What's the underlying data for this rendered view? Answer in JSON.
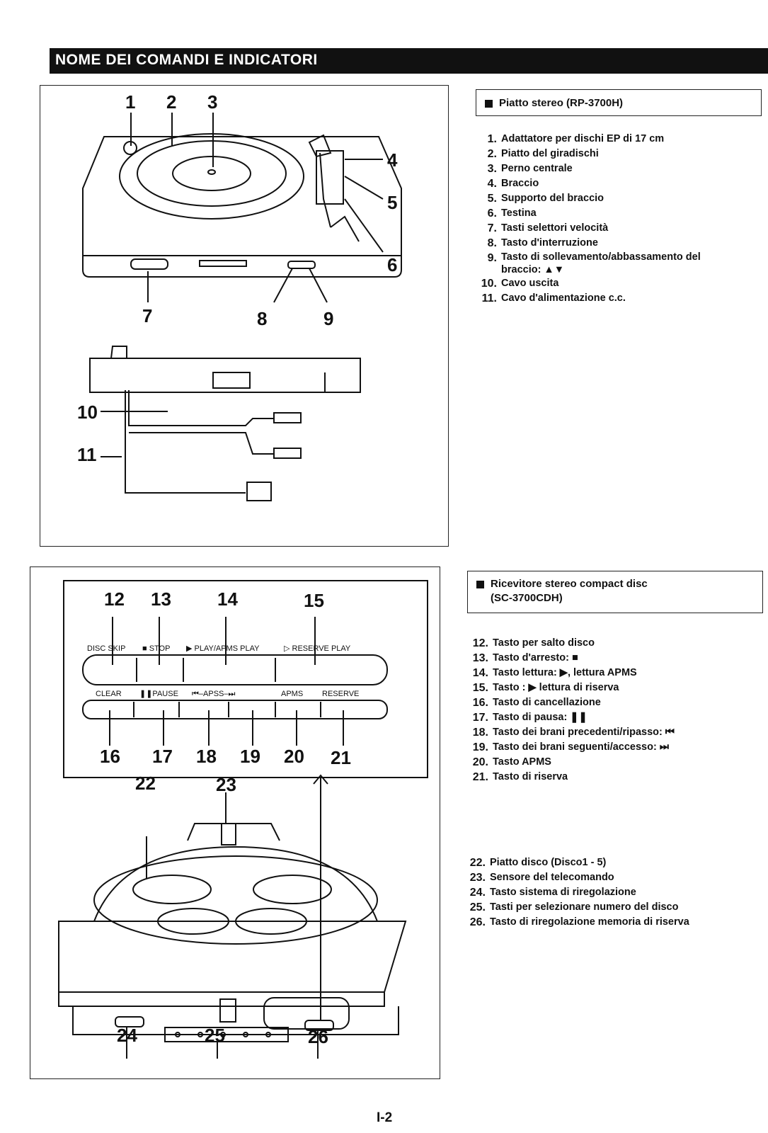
{
  "header": {
    "title": "NOME DEI COMANDI E INDICATORI"
  },
  "section1": {
    "title": "Piatto stereo (RP-3700H)",
    "items": [
      {
        "num": "1.",
        "text": "Adattatore per dischi EP di 17 cm"
      },
      {
        "num": "2.",
        "text": "Piatto del giradischi"
      },
      {
        "num": "3.",
        "text": "Perno centrale"
      },
      {
        "num": "4.",
        "text": "Braccio"
      },
      {
        "num": "5.",
        "text": "Supporto del braccio"
      },
      {
        "num": "6.",
        "text": "Testina"
      },
      {
        "num": "7.",
        "text": "Tasti selettori velocità"
      },
      {
        "num": "8.",
        "text": "Tasto d'interruzione"
      },
      {
        "num": "9.",
        "text": "Tasto di sollevamento/abbassamento del braccio: ▲▼"
      },
      {
        "num": "10.",
        "text": "Cavo uscita"
      },
      {
        "num": "11.",
        "text": "Cavo d'alimentazione c.c."
      }
    ]
  },
  "section2": {
    "title_line1": "Ricevitore stereo compact disc",
    "title_line2": "(SC-3700CDH)",
    "items": [
      {
        "num": "12.",
        "text": "Tasto per salto disco"
      },
      {
        "num": "13.",
        "text": "Tasto d'arresto: ■"
      },
      {
        "num": "14.",
        "text": "Tasto lettura: ▶, lettura APMS"
      },
      {
        "num": "15.",
        "text": "Tasto : ▶ lettura di riserva"
      },
      {
        "num": "16.",
        "text": "Tasto di cancellazione"
      },
      {
        "num": "17.",
        "text": "Tasto di pausa: ❚❚"
      },
      {
        "num": "18.",
        "text": "Tasto dei brani precedenti/ripasso: ⏮"
      },
      {
        "num": "19.",
        "text": "Tasto dei brani seguenti/accesso: ⏭"
      },
      {
        "num": "20.",
        "text": "Tasto APMS"
      },
      {
        "num": "21.",
        "text": "Tasto di riserva"
      }
    ],
    "items2": [
      {
        "num": "22.",
        "text": "Piatto disco (Disco1 - 5)"
      },
      {
        "num": "23.",
        "text": "Sensore del telecomando"
      },
      {
        "num": "24.",
        "text": "Tasto sistema di riregolazione"
      },
      {
        "num": "25.",
        "text": "Tasti per selezionare numero del disco"
      },
      {
        "num": "26.",
        "text": "Tasto di riregolazione memoria di riserva"
      }
    ]
  },
  "fig1": {
    "callouts": [
      "1",
      "2",
      "3",
      "4",
      "5",
      "6",
      "7",
      "8",
      "9",
      "10",
      "11"
    ]
  },
  "fig2": {
    "panel_labels_top": [
      "DISC SKIP",
      "■ STOP",
      "▶ PLAY/APMS PLAY",
      "▷ RESERVE PLAY"
    ],
    "panel_labels_bottom": [
      "CLEAR",
      "❚❚PAUSE",
      "⏮–APSS–⏭",
      "APMS",
      "RESERVE"
    ],
    "callouts": [
      "12",
      "13",
      "14",
      "15",
      "16",
      "17",
      "18",
      "19",
      "20",
      "21",
      "22",
      "23",
      "24",
      "25",
      "26"
    ]
  },
  "footer": {
    "page": "I-2"
  }
}
